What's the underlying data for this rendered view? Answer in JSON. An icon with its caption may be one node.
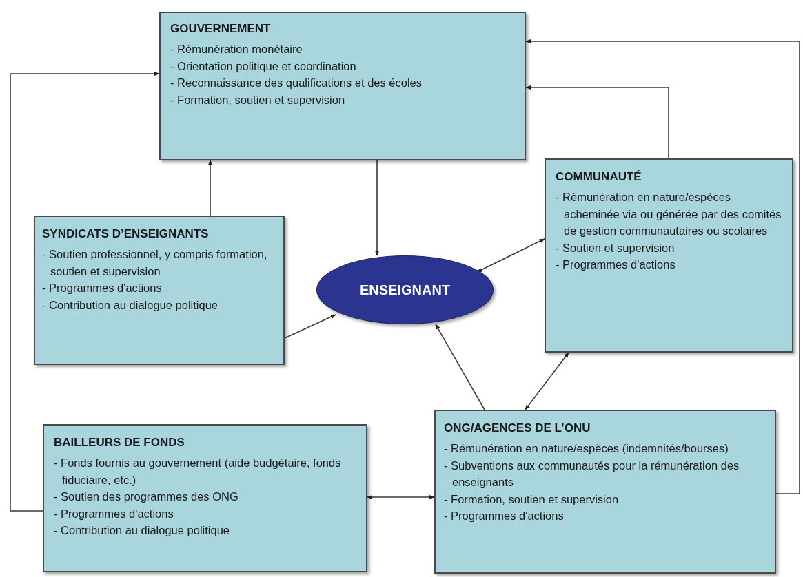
{
  "diagram": {
    "nodes": [
      {
        "text": [
          "GOUVERNEMENT",
          "- Rémunération monétaire",
          "- Orientation politique et coordination",
          "- Reconnaissance des qualifications et des écoles",
          "- Formation, soutien et supervision"
        ]
      },
      {
        "text": [
          "COMMUNAUTÉ",
          "- Rémunération en nature/espèces acheminée via ou générée par des comités de gestion communautaires ou scolaires",
          "- Soutien et supervision",
          "- Programmes d'actions"
        ]
      },
      {
        "text": [
          "SYNDICATS D’ENSEIGNANTS",
          "- Soutien professionnel, y compris formation, soutien et supervision",
          "- Programmes d'actions",
          "- Contribution au dialogue politique"
        ]
      },
      {
        "text": [
          "ENSEIGNANT"
        ]
      },
      {
        "text": [
          "BAILLEURS DE FONDS",
          "- Fonds fournis au gouvernement (aide budgétaire, fonds fiduciaire, etc.)",
          "- Soutien des programmes des ONG",
          "- Programmes d'actions",
          "- Contribution au dialogue politique"
        ]
      },
      {
        "text": [
          "ONG/AGENCES DE L’ONU",
          "- Rémunération en nature/espèces (indemnités/bourses)",
          "- Subventions aux communautés pour la rémunération des enseignants",
          "- Formation, soutien et supervision",
          "- Programmes d'actions"
        ]
      }
    ],
    "edges": [
      {
        "from": 0,
        "to": 3,
        "arrow": "to"
      },
      {
        "from": 2,
        "to": 0,
        "arrow": "to"
      },
      {
        "from": 4,
        "to": 0,
        "arrow": "to"
      },
      {
        "from": 1,
        "to": 0,
        "arrow": "to"
      },
      {
        "from": 5,
        "to": 0,
        "arrow": "to"
      },
      {
        "from": 2,
        "to": 3,
        "arrow": "to"
      },
      {
        "from": 1,
        "to": 3,
        "arrow": "both"
      },
      {
        "from": 5,
        "to": 3,
        "arrow": "to"
      },
      {
        "from": 5,
        "to": 1,
        "arrow": "both"
      },
      {
        "from": 4,
        "to": 5,
        "arrow": "both"
      }
    ]
  }
}
